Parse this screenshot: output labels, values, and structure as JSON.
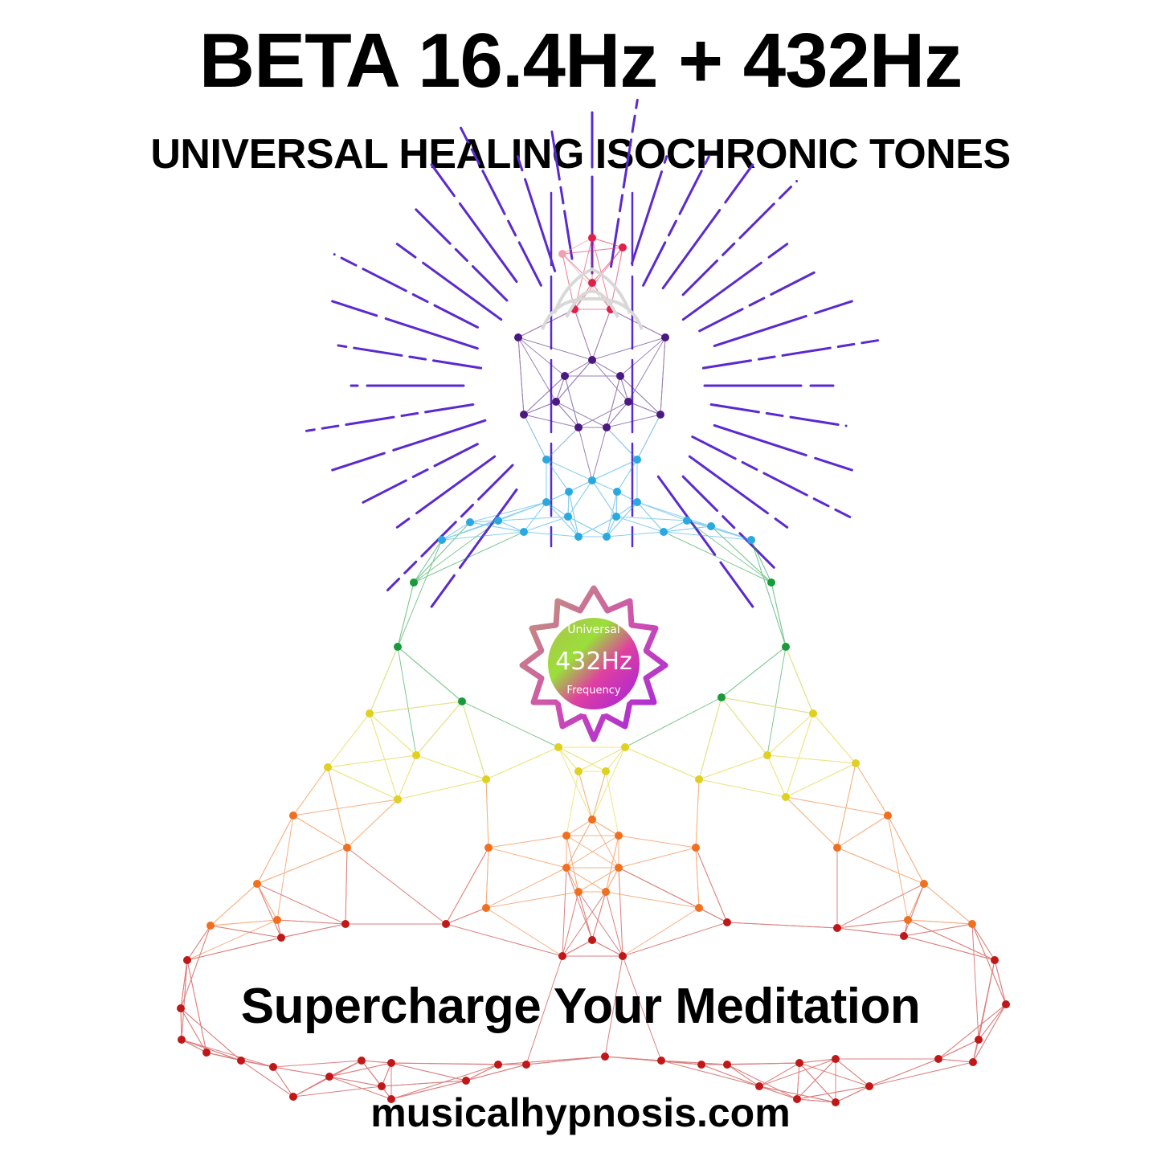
{
  "header": {
    "title": "BETA 16.4Hz + 432Hz",
    "subtitle": "UNIVERSAL HEALING ISOCHRONIC TONES"
  },
  "badge": {
    "top_text": "Universal",
    "main_text": "432Hz",
    "bottom_text": "Frequency",
    "colors": [
      "#9adf3a",
      "#e040a0",
      "#a020e0"
    ]
  },
  "footer": {
    "tagline": "Supercharge Your Meditation",
    "website": "musicalhypnosis.com"
  },
  "figure": {
    "description": "meditating-figure-chakra-network",
    "ray_color": "#5a2ad0",
    "chakra_colors": [
      "#e0204a",
      "#4a1a80",
      "#2aa8e0",
      "#1a9a3a",
      "#e0d020",
      "#f07020",
      "#c01818"
    ]
  }
}
